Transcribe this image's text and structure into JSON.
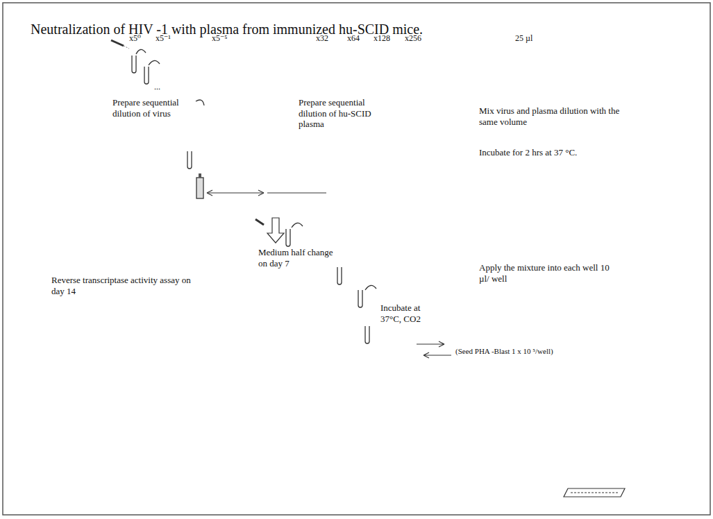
{
  "diagram": {
    "title": "Neutralization of HIV -1 with plasma from immunized hu-SCID mice.",
    "labels": [
      "x5⁰",
      "x5⁻¹",
      "x5⁻⁵",
      "x32",
      "x64",
      "x128",
      "x256",
      "25 µl",
      "...",
      "Prepare sequential dilution of virus",
      "Prepare sequential dilution of hu-SCID plasma",
      "Mix virus and plasma dilution with the same volume",
      "Incubate for 2 hrs at 37 °C.",
      "Medium half change on day 7",
      "Apply the mixture into each well 10 µl/ well",
      "Reverse transcriptase activity assay on day 14",
      "Incubate at 37°C, CO2",
      "(Seed PHA -Blast 1 x 10 ⁵/well)"
    ]
  }
}
